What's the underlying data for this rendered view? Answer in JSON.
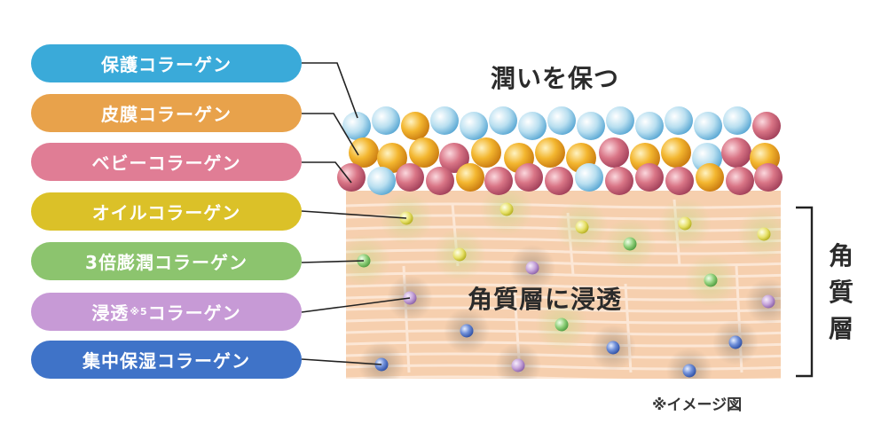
{
  "collagens": [
    {
      "label": "保護コラーゲン",
      "sup": "",
      "color": "#3aaad9"
    },
    {
      "label": "皮膜コラーゲン",
      "sup": "",
      "color": "#e8a24b"
    },
    {
      "label": "ベビーコラーゲン",
      "sup": "",
      "color": "#e07d95"
    },
    {
      "label": "オイルコラーゲン",
      "sup": "",
      "color": "#dbc128"
    },
    {
      "label": "3倍膨潤コラーゲン",
      "sup": "",
      "color": "#8cc46e"
    },
    {
      "label": "浸透",
      "sup": "※5",
      "suffix": "コラーゲン",
      "color": "#c79ad6"
    },
    {
      "label": "集中保湿コラーゲン",
      "sup": "",
      "color": "#3f73c8"
    }
  ],
  "diagram": {
    "top_heading": "潤いを保つ",
    "layer_heading": "角質層に浸透",
    "side_label": [
      "角",
      "質",
      "層"
    ],
    "note": "※イメージ図"
  },
  "colors": {
    "skin": "#f6cfae",
    "skin_line": "#fbe6d4",
    "bracket": "#222222"
  }
}
